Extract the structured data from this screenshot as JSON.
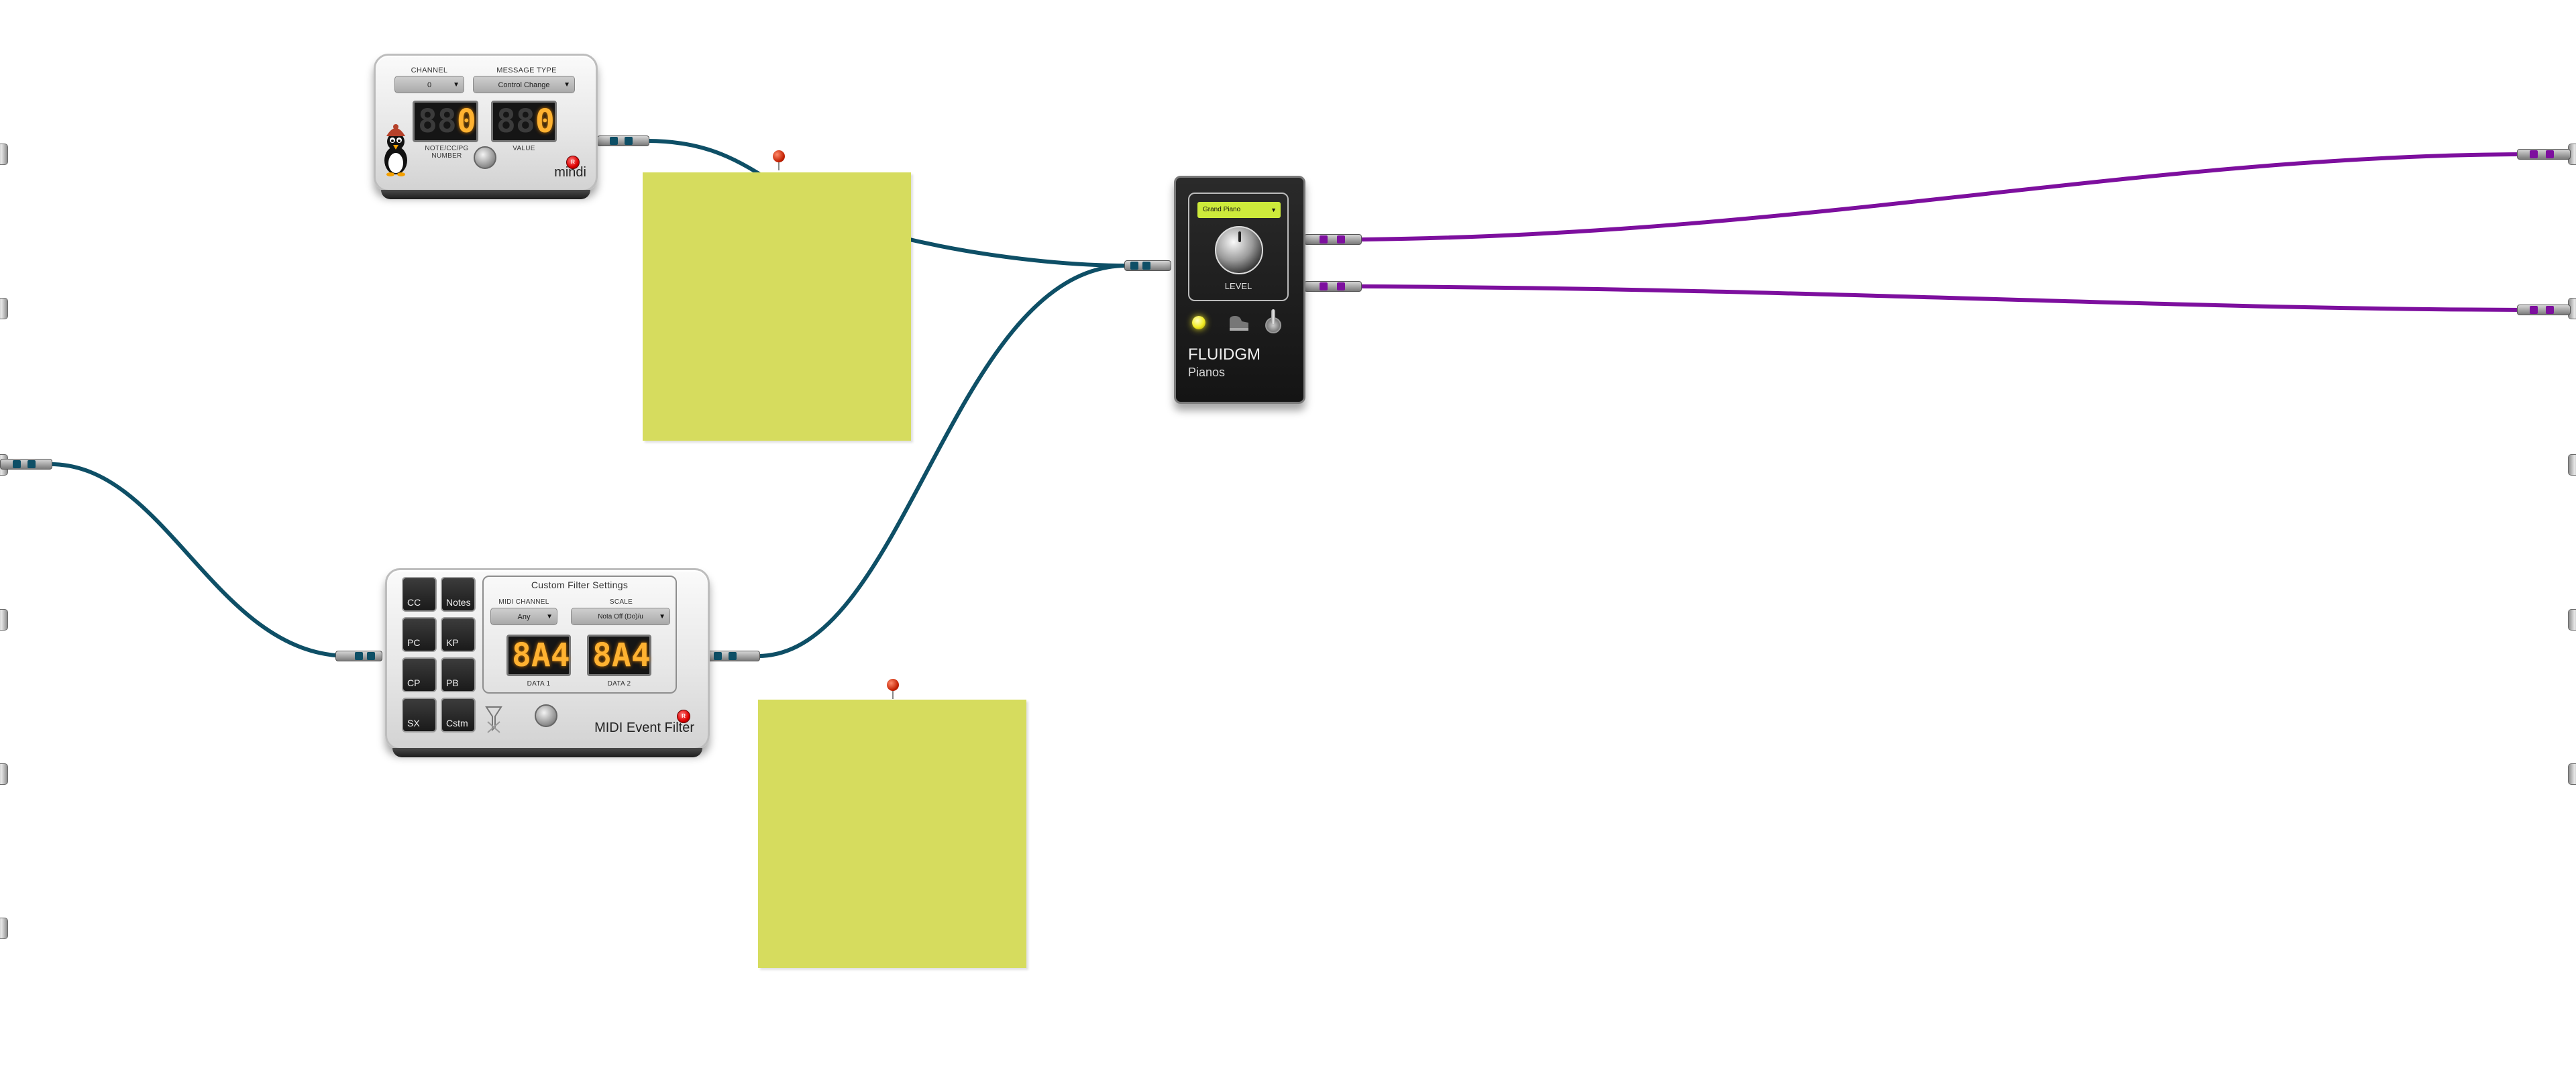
{
  "colors": {
    "midi_cable": "#0e4f66",
    "audio_cable": "#7d0f9e",
    "sticky_note": "#d6dc5e",
    "display_digit": "#ffb231",
    "fluid_screen": "#cdea3b"
  },
  "mindi": {
    "channel_label": "CHANNEL",
    "channel_value": "0",
    "message_type_label": "MESSAGE TYPE",
    "message_type_value": "Control Change",
    "number_digits": [
      "8",
      "8",
      "0"
    ],
    "value_digits": [
      "8",
      "8",
      "0"
    ],
    "number_label_1": "NOTE/CC/PG",
    "number_label_2": "NUMBER",
    "value_label": "VALUE",
    "led_label": "R",
    "brand": "mindi",
    "mascot_icon": "penguin-mascot-icon"
  },
  "event_filter": {
    "buttons": [
      "CC",
      "Notes",
      "PC",
      "KP",
      "CP",
      "PB",
      "SX",
      "Cstm"
    ],
    "settings_title": "Custom Filter Settings",
    "midi_channel_label": "MIDI CHANNEL",
    "midi_channel_value": "Any",
    "scale_label": "SCALE",
    "scale_value": "Nota Off (Do)/u",
    "data1_digits": [
      "8",
      "A",
      "4"
    ],
    "data2_digits": [
      "8",
      "A",
      "4"
    ],
    "data1_label": "DATA 1",
    "data2_label": "DATA 2",
    "brand": "MIDI Event Filter",
    "led_label": "R"
  },
  "fluidgm": {
    "preset_value": "Grand Piano",
    "level_label": "LEVEL",
    "brand": "FLUIDGM",
    "subtitle": "Pianos"
  }
}
